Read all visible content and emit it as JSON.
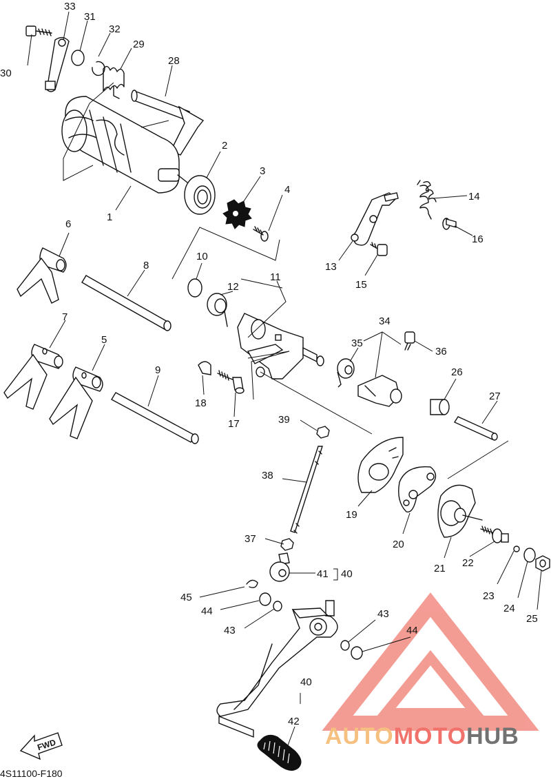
{
  "diagram_code": "4S11100-F180",
  "fwd_label": "FWD",
  "brand": {
    "part1": "AUTO",
    "part2": "MOTO",
    "part3": "HUB",
    "color_orange": "#f5b66a",
    "color_red": "#ef5a52",
    "color_gray": "#5a5a5a",
    "triangle_color": "#f28b82"
  },
  "callouts": {
    "p1": "1",
    "p2": "2",
    "p3": "3",
    "p4": "4",
    "p5": "5",
    "p6": "6",
    "p7": "7",
    "p8": "8",
    "p9": "9",
    "p10": "10",
    "p11": "11",
    "p12": "12",
    "p13": "13",
    "p14": "14",
    "p15": "15",
    "p16": "16",
    "p17": "17",
    "p18": "18",
    "p19": "19",
    "p20": "20",
    "p21": "21",
    "p22": "22",
    "p23": "23",
    "p24": "24",
    "p25": "25",
    "p26": "26",
    "p27": "27",
    "p28": "28",
    "p29": "29",
    "p30": "30",
    "p31": "31",
    "p32": "32",
    "p33": "33",
    "p34": "34",
    "p35": "35",
    "p36": "36",
    "p37": "37",
    "p38": "38",
    "p39": "39",
    "p40a": "40",
    "p40b": "40",
    "p41": "41",
    "p42": "42",
    "p43a": "43",
    "p43b": "43",
    "p44a": "44",
    "p44b": "44",
    "p45": "45"
  }
}
